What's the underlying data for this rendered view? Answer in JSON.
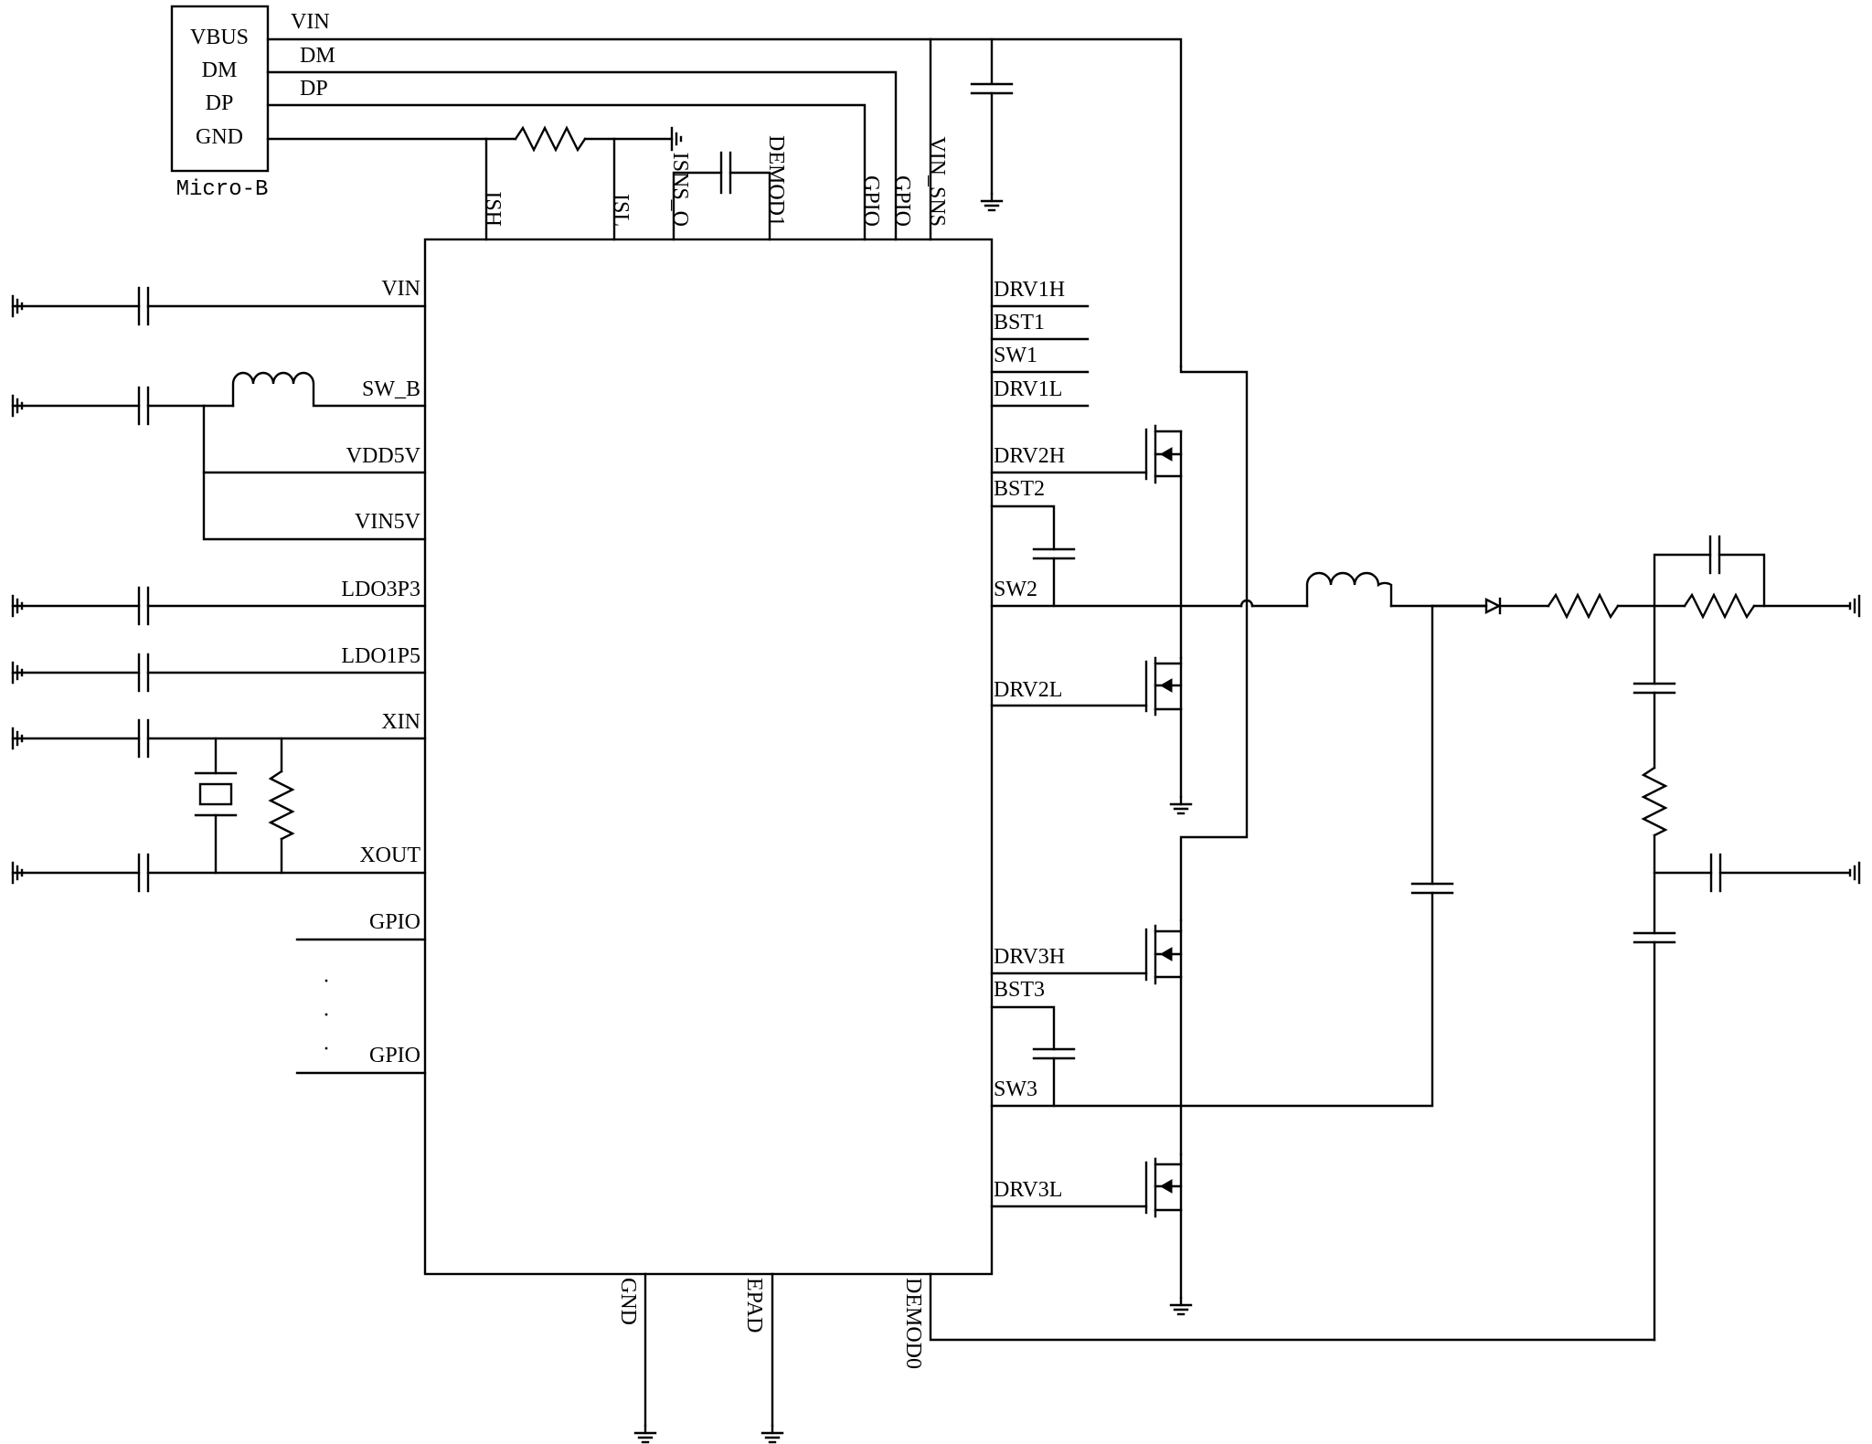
{
  "connector": {
    "name": "Micro-B",
    "pins": [
      "VBUS",
      "DM",
      "DP",
      "GND"
    ],
    "nets": [
      "VIN",
      "DM",
      "DP"
    ]
  },
  "ic": {
    "top_pins": [
      "ISH",
      "ISL",
      "ISNS_O",
      "DEMOD1",
      "GPIO",
      "GPIO",
      "VIN_SNS"
    ],
    "left_pins": [
      "VIN",
      "SW_B",
      "VDD5V",
      "VIN5V",
      "LDO3P3",
      "LDO1P5",
      "XIN",
      "XOUT",
      "GPIO",
      "GPIO"
    ],
    "right_pins": [
      "DRV1H",
      "BST1",
      "SW1",
      "DRV1L",
      "DRV2H",
      "BST2",
      "SW2",
      "DRV2L",
      "DRV3H",
      "BST3",
      "SW3",
      "DRV3L"
    ],
    "bottom_pins": [
      "GND",
      "EPAD",
      "DEMOD0"
    ]
  },
  "ellipsis": "·"
}
